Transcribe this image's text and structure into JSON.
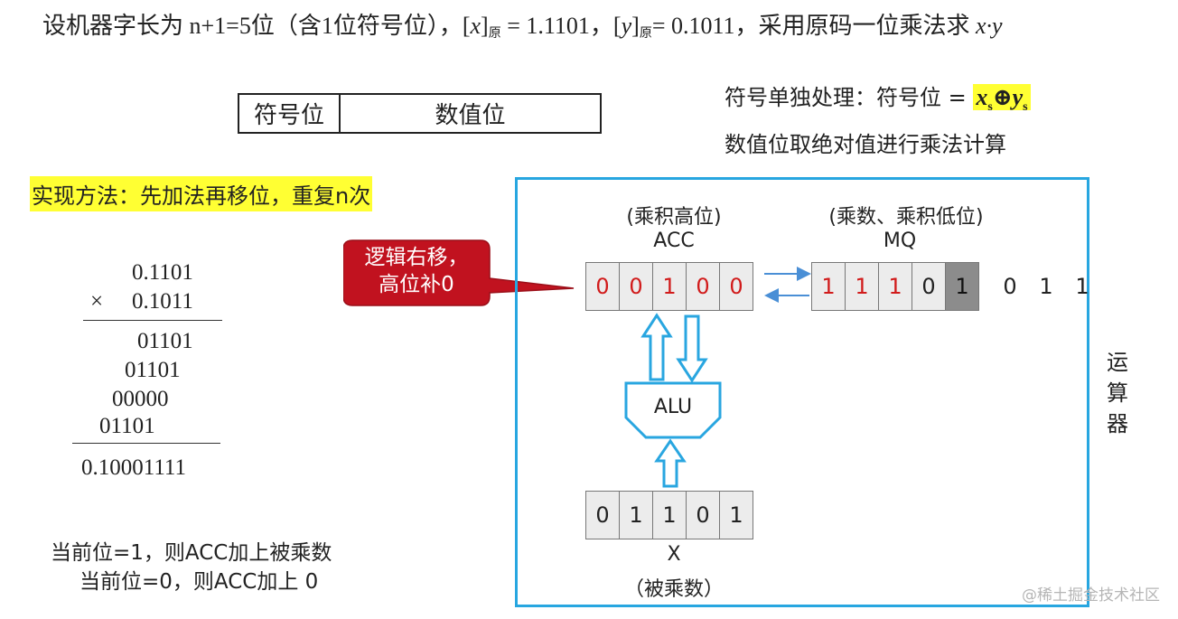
{
  "header": {
    "prefix": "设机器字长为 n+1=5位（含1位符号位），",
    "x_var": "x",
    "x_sub": "原",
    "x_value": " = 1.1101，",
    "y_var": "y",
    "y_sub": "原",
    "y_value": "= 0.1011，采用原码一位乘法求 ",
    "product": "x·y"
  },
  "format_table": {
    "sign_label": "符号位",
    "value_label": "数值位"
  },
  "method_label": "实现方法：先加法再移位，重复n次",
  "notes": {
    "sign_prefix": "符号单独处理：符号位 = ",
    "sign_formula": {
      "x": "x",
      "xs": "s",
      "op": "⊕",
      "y": "y",
      "ys": "s"
    },
    "abs_note": "数值位取绝对值进行乘法计算"
  },
  "calculation": {
    "multiplicand": "0.1101",
    "times_sign": "×",
    "multiplier": "0.1011",
    "partials": [
      "01101",
      "01101",
      "00000",
      "01101"
    ],
    "result": "0.10001111"
  },
  "rules": [
    "当前位=1，则ACC加上被乘数",
    "当前位=0，则ACC加上 0"
  ],
  "callout": {
    "line1": "逻辑右移，",
    "line2": "高位补0"
  },
  "acc": {
    "caption": "(乘积高位)",
    "name": "ACC",
    "bits": [
      "0",
      "0",
      "1",
      "0",
      "0"
    ]
  },
  "mq": {
    "caption": "(乘数、乘积低位)",
    "name": "MQ",
    "bits": [
      "1",
      "1",
      "1",
      "0",
      "1"
    ],
    "shifted_out": [
      "0",
      "1",
      "1"
    ]
  },
  "alu": {
    "label": "ALU"
  },
  "x_reg": {
    "bits": [
      "0",
      "1",
      "1",
      "0",
      "1"
    ],
    "name": "X",
    "caption": "（被乘数）"
  },
  "unit_label": [
    "运",
    "算",
    "器"
  ],
  "colors": {
    "highlight": "#ffff33",
    "box_border": "#27a6e0",
    "callout": "#c1121f",
    "red_bit": "#d11b1b"
  },
  "watermark": "@稀土掘金技术社区"
}
